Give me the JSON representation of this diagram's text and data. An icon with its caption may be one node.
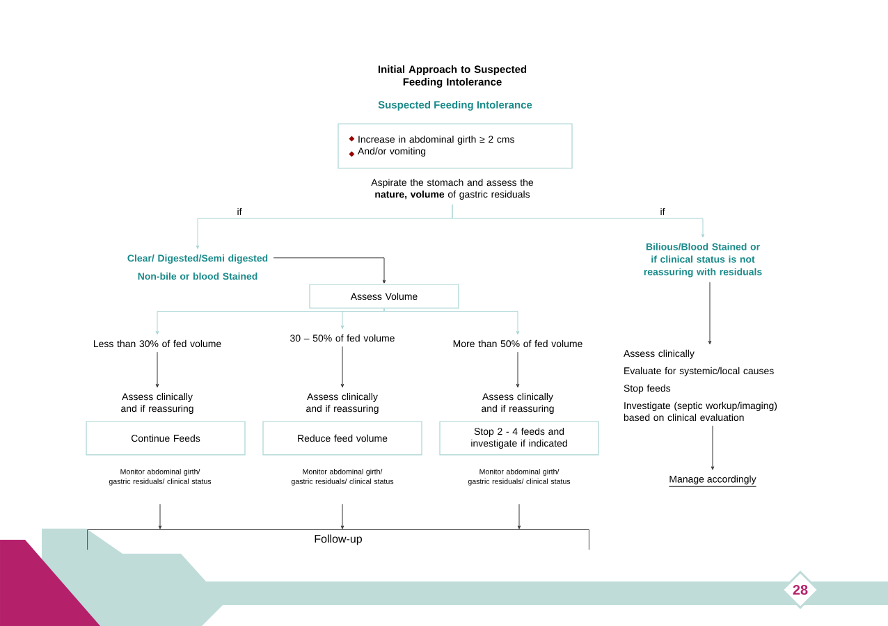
{
  "diagram": {
    "title": "Initial Approach to Suspected Feeding Intolerance",
    "nodes": [
      {
        "text": [
          "Suspected Feeding Intolerance",
          "Increase in abdominal girth ≥ 2 cms",
          "And/or vomiting"
        ]
      },
      {
        "text": [
          "Aspirate the stomach and assess the **nature, volume** of gastric residuals"
        ]
      },
      {
        "text": [
          "Clear/ Digested/Semi digested",
          "Non-bile or blood Stained"
        ]
      },
      {
        "text": [
          "Bilious/Blood Stained or if clinical status is not reassuring with residuals"
        ]
      },
      {
        "text": [
          "Assess Volume"
        ]
      },
      {
        "text": [
          "Less than 30% of fed volume"
        ]
      },
      {
        "text": [
          "30 – 50% of fed volume"
        ]
      },
      {
        "text": [
          "More than 50% of fed volume"
        ]
      },
      {
        "text": [
          "Assess clinically and if reassuring"
        ]
      },
      {
        "text": [
          "Assess clinically and if reassuring"
        ]
      },
      {
        "text": [
          "Assess clinically and if reassuring"
        ]
      },
      {
        "text": [
          "Continue Feeds"
        ]
      },
      {
        "text": [
          "Reduce feed volume"
        ]
      },
      {
        "text": [
          "Stop 2 - 4 feeds and investigate if indicated"
        ]
      },
      {
        "text": [
          "Monitor abdominal girth/ gastric residuals/ clinical status"
        ]
      },
      {
        "text": [
          "Monitor abdominal girth/ gastric residuals/ clinical status"
        ]
      },
      {
        "text": [
          "Monitor abdominal girth/ gastric residuals/ clinical status"
        ]
      },
      {
        "text": [
          "Follow-up"
        ]
      },
      {
        "text": [
          "Assess clinically",
          "Evaluate for systemic/local causes",
          "Stop feeds",
          "Investigate (septic workup/imaging) based on clinical evaluation"
        ]
      },
      {
        "text": [
          "Manage accordingly"
        ]
      }
    ],
    "edges": [
      {
        "from": 1,
        "to": 2,
        "arrow": "to",
        "label": "if",
        "color": "#a8d4d4"
      },
      {
        "from": 1,
        "to": 3,
        "arrow": "to",
        "label": "if",
        "color": "#a8d4d4"
      },
      {
        "from": 2,
        "to": 4,
        "arrow": "to"
      },
      {
        "from": 4,
        "to": 5,
        "arrow": "to",
        "color": "#a8d4d4"
      },
      {
        "from": 4,
        "to": 6,
        "arrow": "to",
        "color": "#a8d4d4"
      },
      {
        "from": 4,
        "to": 7,
        "arrow": "to",
        "color": "#a8d4d4"
      },
      {
        "from": 5,
        "to": 8,
        "arrow": "to"
      },
      {
        "from": 6,
        "to": 9,
        "arrow": "to"
      },
      {
        "from": 7,
        "to": 10,
        "arrow": "to"
      },
      {
        "from": 14,
        "to": 17,
        "arrow": "to"
      },
      {
        "from": 15,
        "to": 17,
        "arrow": "to"
      },
      {
        "from": 16,
        "to": 17,
        "arrow": "to"
      },
      {
        "from": 3,
        "to": 18,
        "arrow": "to"
      },
      {
        "from": 18,
        "to": 19,
        "arrow": "to"
      }
    ],
    "labels": [
      "28"
    ]
  }
}
